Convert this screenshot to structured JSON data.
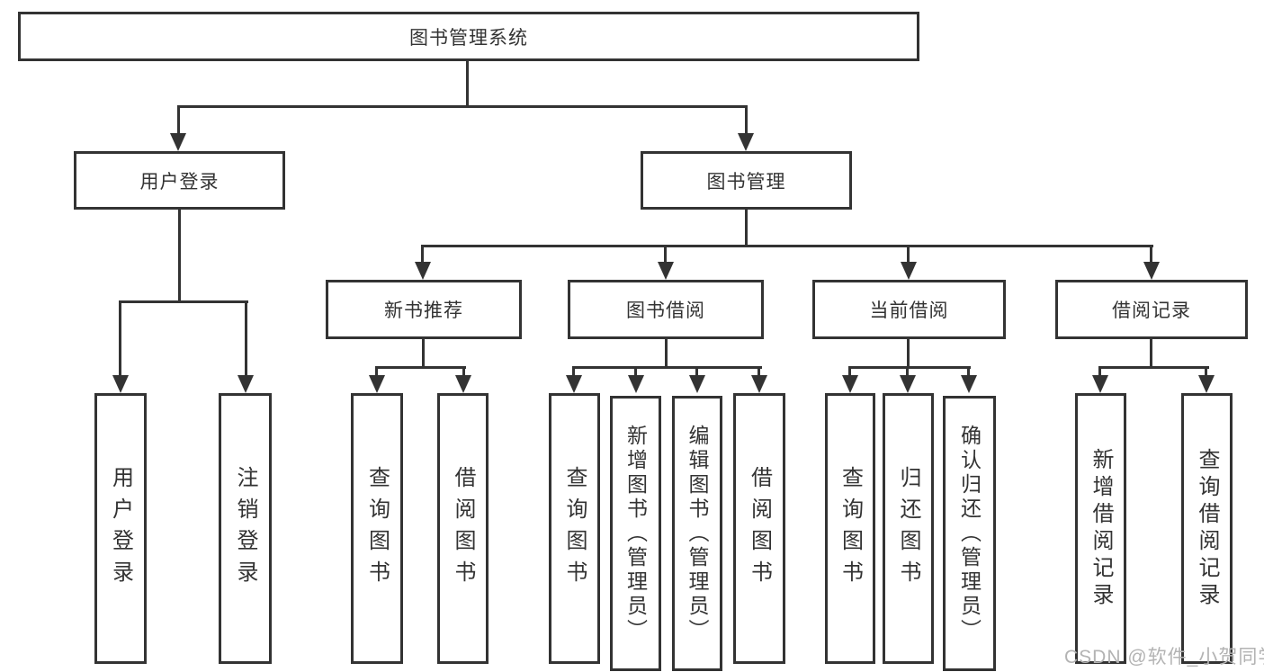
{
  "diagram": {
    "root": {
      "label": "图书管理系统"
    },
    "user_login": {
      "label": "用户登录",
      "children": [
        "用户登录",
        "注销登录"
      ]
    },
    "book_management": {
      "label": "图书管理",
      "sections": [
        {
          "label": "新书推荐",
          "children": [
            "查询图书",
            "借阅图书"
          ]
        },
        {
          "label": "图书借阅",
          "children": [
            "查询图书",
            "新增图书（管理员）",
            "编辑图书（管理员）",
            "借阅图书"
          ]
        },
        {
          "label": "当前借阅",
          "children": [
            "查询图书",
            "归还图书",
            "确认归还（管理员）"
          ]
        },
        {
          "label": "借阅记录",
          "children": [
            "新增借阅记录",
            "查询借阅记录"
          ]
        }
      ]
    }
  },
  "watermark": {
    "text": "CSDN @软件_小贺同学"
  },
  "colors": {
    "line": "#333333",
    "text": "#333333",
    "background": "#ffffff",
    "watermark": "#b3b3b3"
  }
}
